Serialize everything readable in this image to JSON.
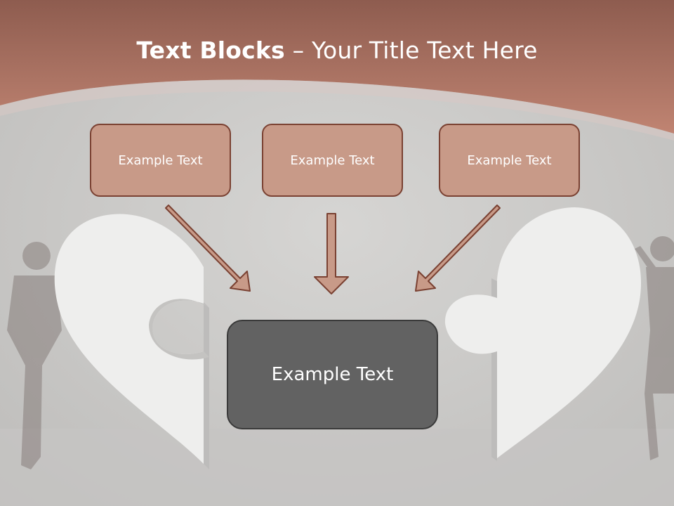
{
  "colors": {
    "header": "#b07766",
    "box_fill": "#c89a88",
    "box_border": "#7a4132",
    "center_fill": "#626262",
    "arrow_fill": "#c89a88"
  },
  "title": {
    "bold": "Text Blocks",
    "rest": " – Your Title Text Here"
  },
  "blocks": [
    {
      "text": "Example Text"
    },
    {
      "text": "Example Text"
    },
    {
      "text": "Example Text"
    }
  ],
  "center_block": {
    "text": "Example Text"
  },
  "icons": [
    "arrow-down-right-icon",
    "arrow-down-icon",
    "arrow-down-left-icon",
    "puzzle-heart-left-half",
    "puzzle-heart-right-half"
  ]
}
